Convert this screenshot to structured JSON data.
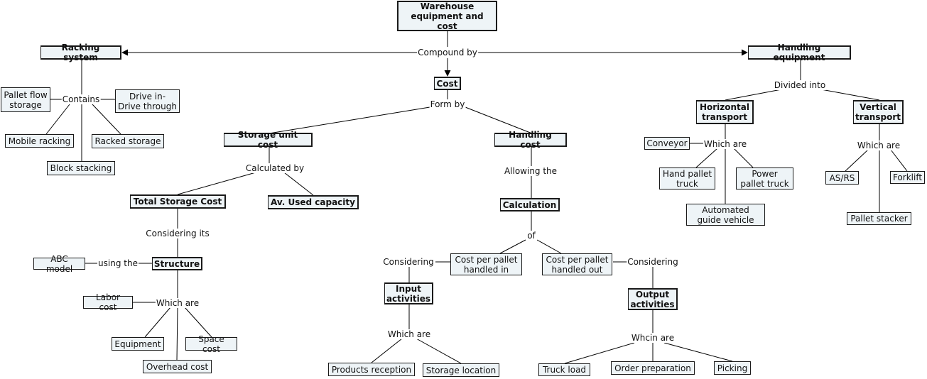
{
  "concepts": {
    "warehouse": "Warehouse equipment and cost",
    "racking_system": "Racking system",
    "handling_equipment": "Handling equipment",
    "cost": "Cost",
    "pallet_flow": "Pallet flow storage",
    "drive_in": "Drive in-Drive through",
    "mobile_racking": "Mobile racking",
    "racked_storage": "Racked storage",
    "block_stacking": "Block stacking",
    "storage_unit_cost": "Storage unit cost",
    "handling_cost": "Handling cost",
    "total_storage_cost": "Total Storage Cost",
    "av_used_capacity": "Av. Used capacity",
    "abc_model": "ABC model",
    "structure": "Structure",
    "labor_cost": "Labor cost",
    "equipment": "Equipment",
    "space_cost": "Space cost",
    "overhead_cost": "Overhead cost",
    "calculation": "Calculation",
    "cost_pallet_in": "Cost per pallet handled in",
    "cost_pallet_out": "Cost per pallet handled out",
    "input_activities": "Input activities",
    "output_activities": "Output activities",
    "products_reception": "Products reception",
    "storage_location": "Storage location",
    "truck_load": "Truck load",
    "order_preparation": "Order preparation",
    "picking": "Picking",
    "horizontal_transport": "Horizontal transport",
    "vertical_transport": "Vertical transport",
    "conveyor": "Conveyor",
    "hand_pallet_truck": "Hand pallet truck",
    "power_pallet_truck": "Power pallet truck",
    "agv": "Automated guide vehicle",
    "asrs": "AS/RS",
    "forklift": "Forklift",
    "pallet_stacker": "Pallet stacker"
  },
  "links": {
    "compound_by": "Compound by",
    "contains": "Contains",
    "form_by": "Form by",
    "calculated_by": "Calculated by",
    "allowing_the": "Allowing the",
    "considering_its": "Considering its",
    "using_the": "using the",
    "which_are_structure": "Which are",
    "of": "of",
    "considering_in": "Considering",
    "considering_out": "Considering",
    "which_are_input": "Which are",
    "whcin_are_output": "Whcin are",
    "divided_into": "Divided into",
    "which_are_horizontal": "Which are",
    "which_are_vertical": "Which are"
  }
}
